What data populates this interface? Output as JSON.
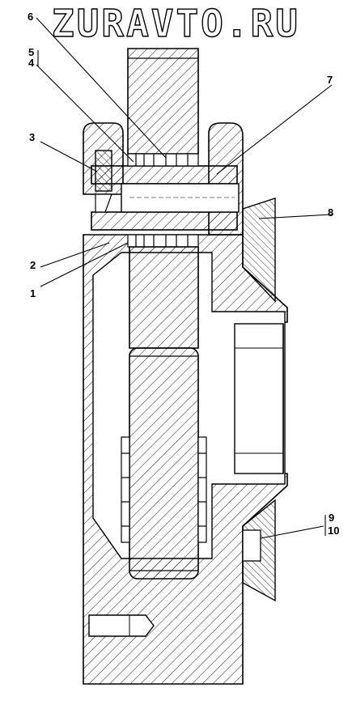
{
  "watermark": "ZURAVTO.RU",
  "callouts": {
    "c1": "1",
    "c2": "2",
    "c3": "3",
    "c4": "4",
    "c5": "5",
    "c6": "6",
    "c7": "7",
    "c8": "8",
    "c9": "9",
    "c10": "10"
  },
  "colors": {
    "line": "#000000",
    "hatch": "#000000",
    "background": "#ffffff"
  }
}
